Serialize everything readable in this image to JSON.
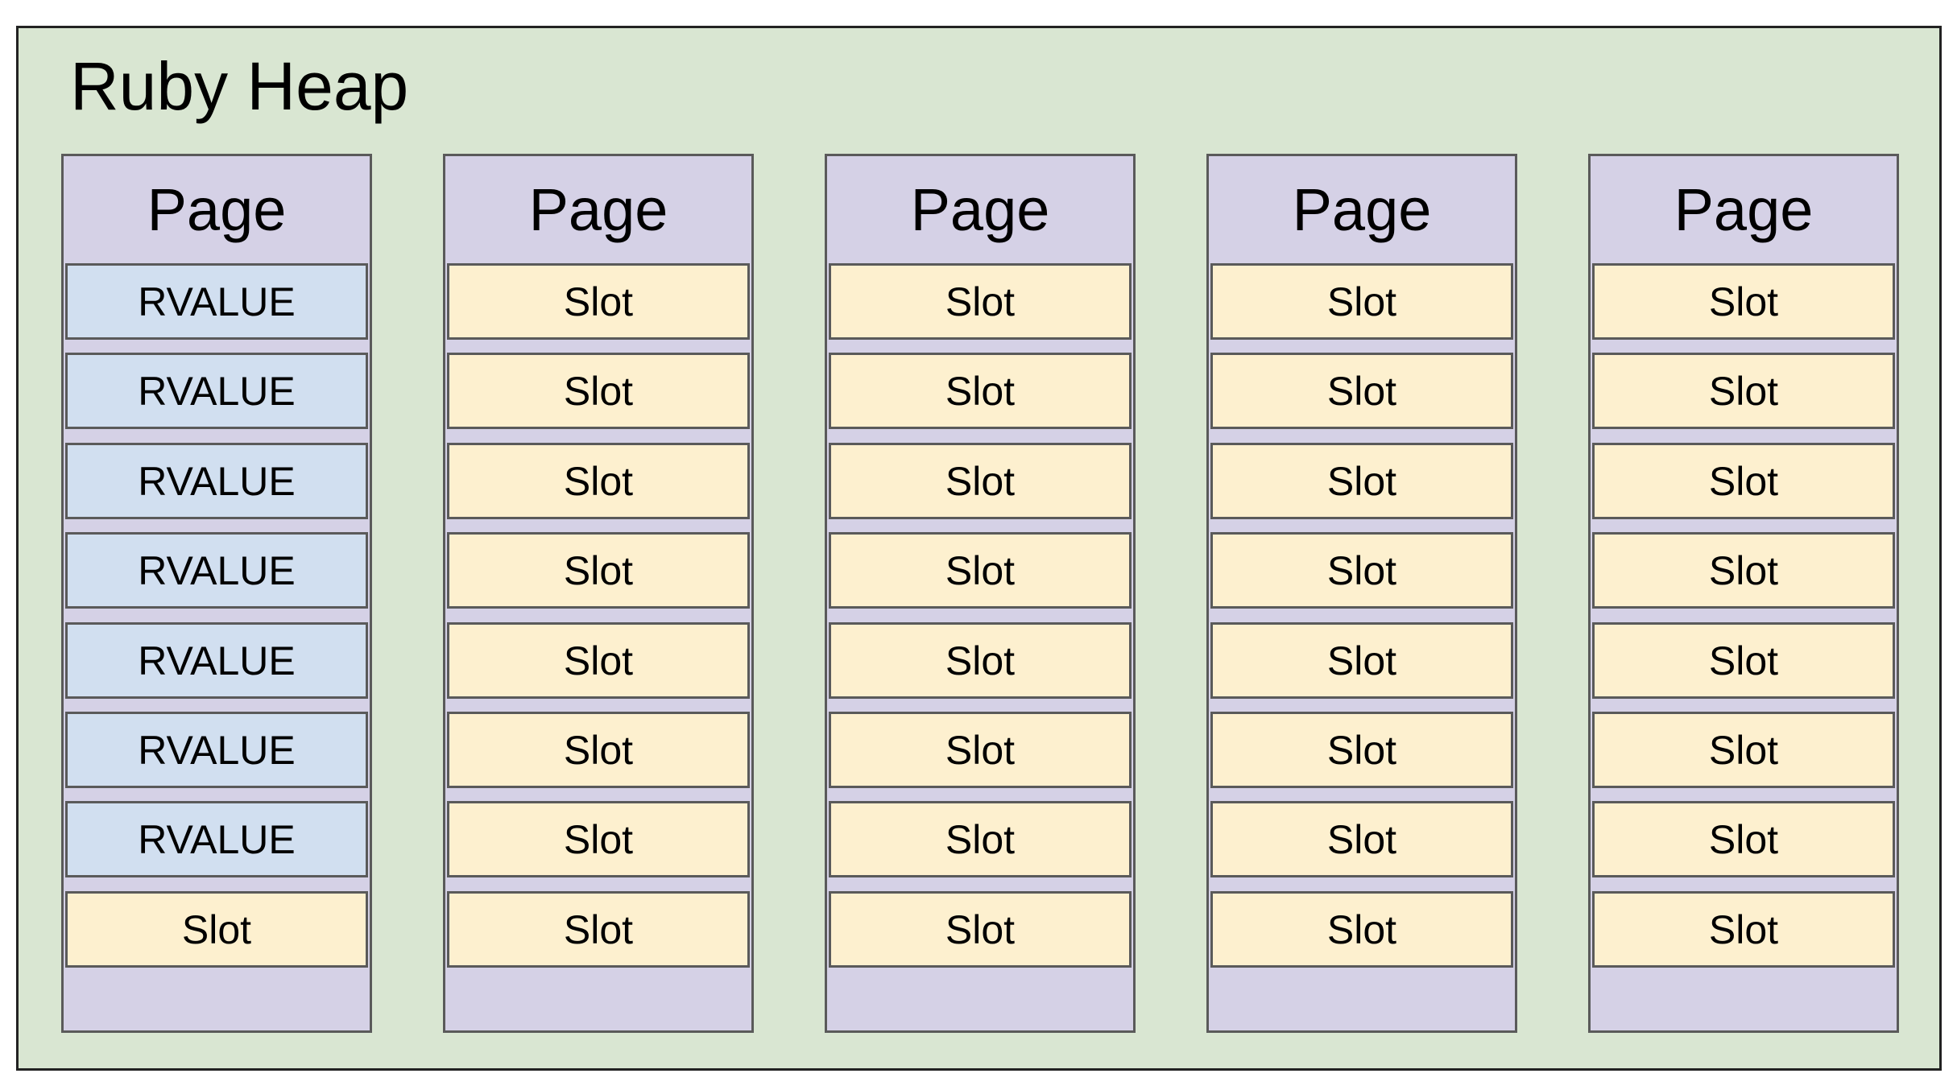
{
  "heap": {
    "title": "Ruby Heap",
    "background": "#d9e6d2",
    "pages": [
      {
        "title": "Page",
        "cells": [
          {
            "label": "RVALUE",
            "kind": "rvalue"
          },
          {
            "label": "RVALUE",
            "kind": "rvalue"
          },
          {
            "label": "RVALUE",
            "kind": "rvalue"
          },
          {
            "label": "RVALUE",
            "kind": "rvalue"
          },
          {
            "label": "RVALUE",
            "kind": "rvalue"
          },
          {
            "label": "RVALUE",
            "kind": "rvalue"
          },
          {
            "label": "RVALUE",
            "kind": "rvalue"
          },
          {
            "label": "Slot",
            "kind": "slot"
          }
        ]
      },
      {
        "title": "Page",
        "cells": [
          {
            "label": "Slot",
            "kind": "slot"
          },
          {
            "label": "Slot",
            "kind": "slot"
          },
          {
            "label": "Slot",
            "kind": "slot"
          },
          {
            "label": "Slot",
            "kind": "slot"
          },
          {
            "label": "Slot",
            "kind": "slot"
          },
          {
            "label": "Slot",
            "kind": "slot"
          },
          {
            "label": "Slot",
            "kind": "slot"
          },
          {
            "label": "Slot",
            "kind": "slot"
          }
        ]
      },
      {
        "title": "Page",
        "cells": [
          {
            "label": "Slot",
            "kind": "slot"
          },
          {
            "label": "Slot",
            "kind": "slot"
          },
          {
            "label": "Slot",
            "kind": "slot"
          },
          {
            "label": "Slot",
            "kind": "slot"
          },
          {
            "label": "Slot",
            "kind": "slot"
          },
          {
            "label": "Slot",
            "kind": "slot"
          },
          {
            "label": "Slot",
            "kind": "slot"
          },
          {
            "label": "Slot",
            "kind": "slot"
          }
        ]
      },
      {
        "title": "Page",
        "cells": [
          {
            "label": "Slot",
            "kind": "slot"
          },
          {
            "label": "Slot",
            "kind": "slot"
          },
          {
            "label": "Slot",
            "kind": "slot"
          },
          {
            "label": "Slot",
            "kind": "slot"
          },
          {
            "label": "Slot",
            "kind": "slot"
          },
          {
            "label": "Slot",
            "kind": "slot"
          },
          {
            "label": "Slot",
            "kind": "slot"
          },
          {
            "label": "Slot",
            "kind": "slot"
          }
        ]
      },
      {
        "title": "Page",
        "cells": [
          {
            "label": "Slot",
            "kind": "slot"
          },
          {
            "label": "Slot",
            "kind": "slot"
          },
          {
            "label": "Slot",
            "kind": "slot"
          },
          {
            "label": "Slot",
            "kind": "slot"
          },
          {
            "label": "Slot",
            "kind": "slot"
          },
          {
            "label": "Slot",
            "kind": "slot"
          },
          {
            "label": "Slot",
            "kind": "slot"
          },
          {
            "label": "Slot",
            "kind": "slot"
          }
        ]
      }
    ]
  },
  "colors": {
    "page_background": "#d5d1e6",
    "rvalue_background": "#d1dff0",
    "slot_background": "#fdf0cf",
    "border": "#5a5a5a"
  }
}
